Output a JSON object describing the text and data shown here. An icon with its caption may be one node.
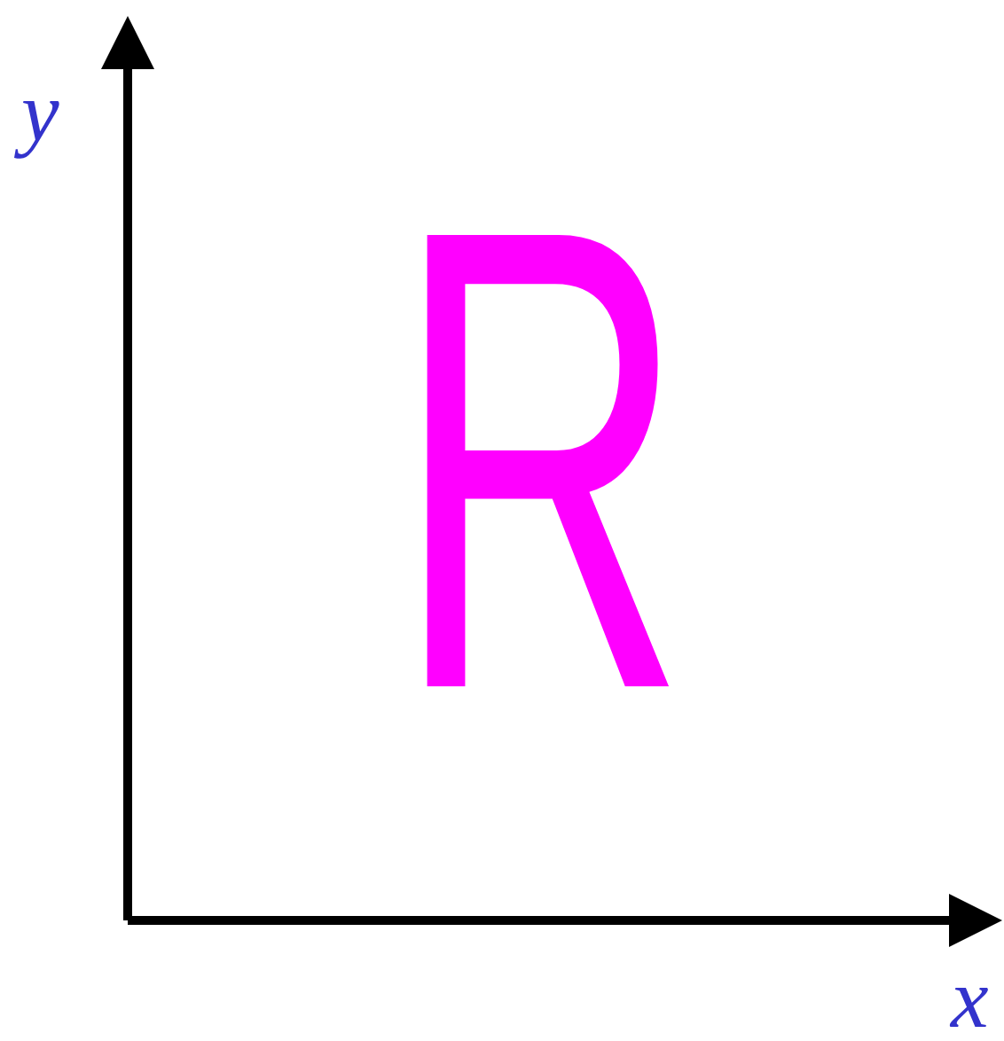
{
  "diagram": {
    "labels": [
      "y",
      "R",
      "x"
    ]
  }
}
